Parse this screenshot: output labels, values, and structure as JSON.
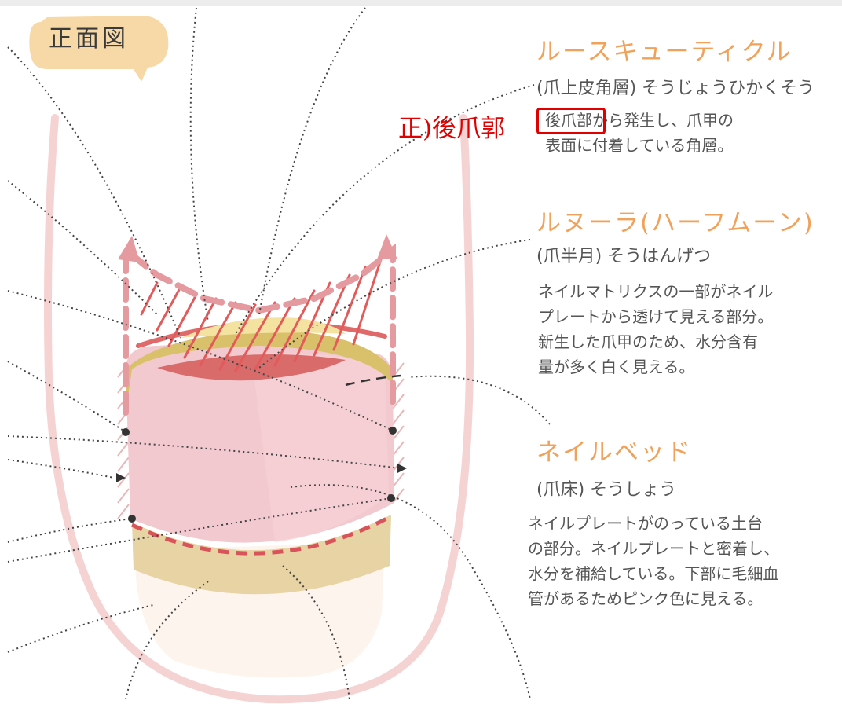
{
  "badge": {
    "label": "正面図"
  },
  "correction": {
    "text": "正)後爪郭"
  },
  "terms": [
    {
      "title": "ルースキューティクル",
      "reading": "(爪上皮角層) そうじょうひかくそう",
      "description": "後爪部から発生し、爪甲の\n表面に付着している角層。"
    },
    {
      "title": "ルヌーラ(ハーフムーン)",
      "reading": "(爪半月) そうはんげつ",
      "description": "ネイルマトリクスの一部がネイル\nプレートから透けて見える部分。\n新生した爪甲のため、水分含有\n量が多く白く見える。"
    },
    {
      "title": "ネイルベッド",
      "reading": "(爪床) そうしょう",
      "description": "ネイルプレートがのっている土台\nの部分。ネイルプレートと密着し、\n水分を補給している。下部に毛細血\n管があるためピンク色に見える。"
    }
  ],
  "colors": {
    "accent_orange": "#f1a25a",
    "body_text": "#555555",
    "correction_red": "#e00000",
    "badge_fill": "#f7d9a8",
    "nail_pink": "#f2c9ce",
    "finger_outline": "#f6d3d3",
    "cuticle_red": "#e07070",
    "free_edge_gold": "#d9c06a"
  }
}
